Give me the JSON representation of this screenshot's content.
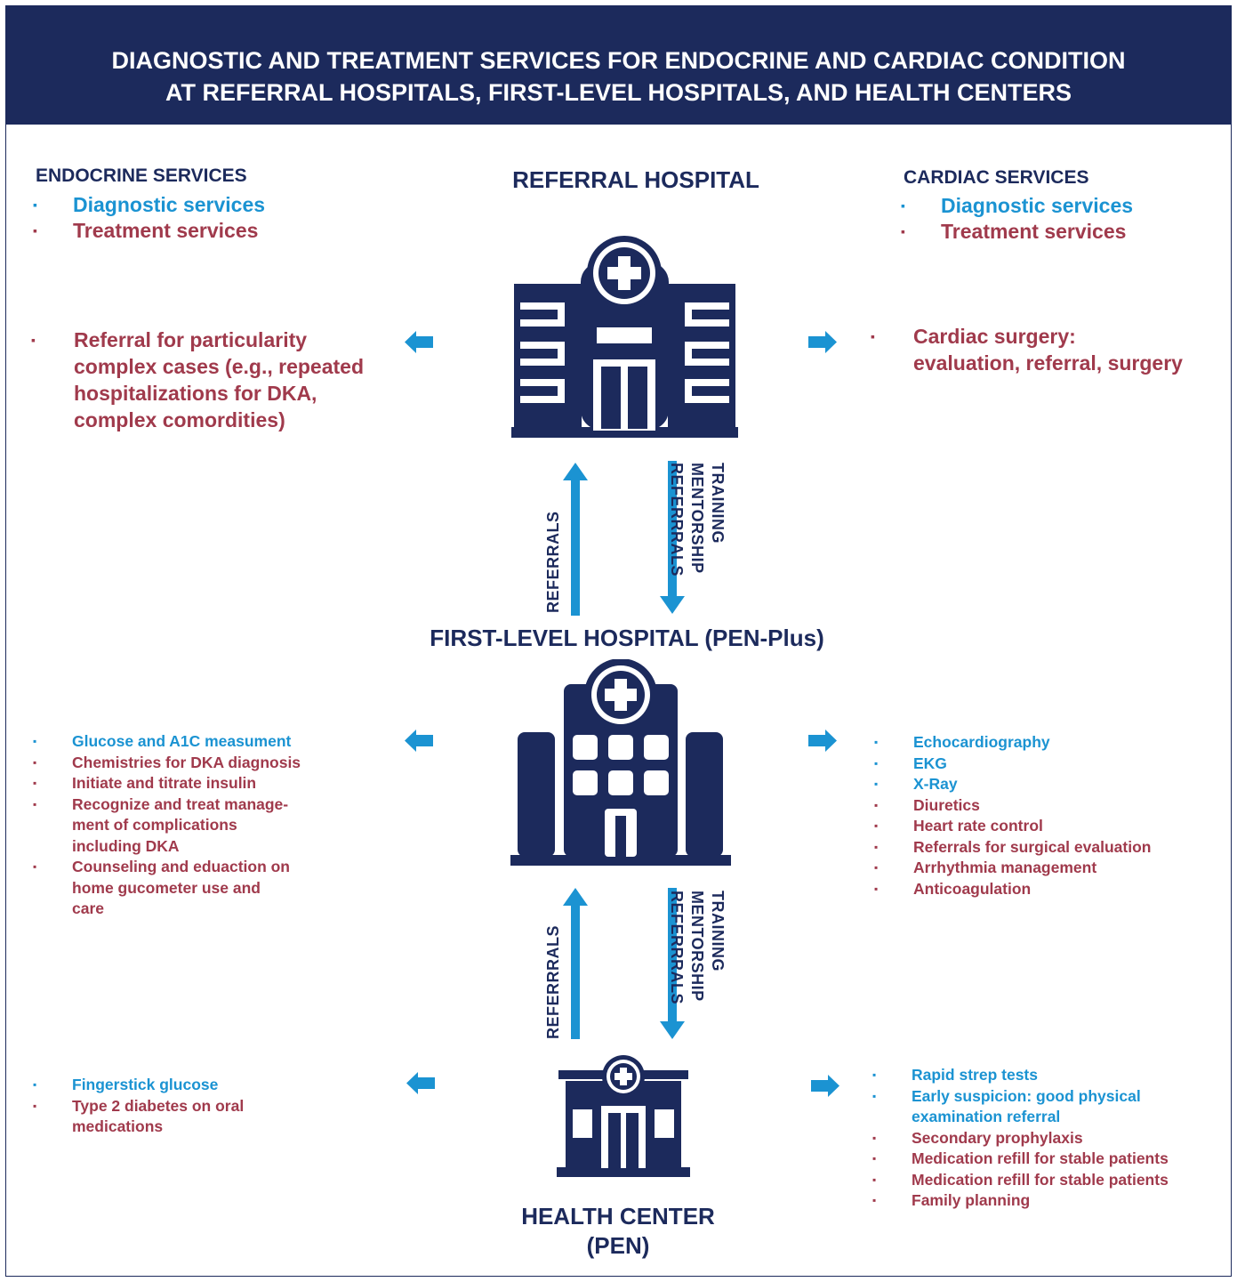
{
  "title": {
    "line1": "DIAGNOSTIC AND TREATMENT SERVICES FOR ENDOCRINE AND CARDIAC CONDITION",
    "line2": "AT REFERRAL HOSPITALS, FIRST-LEVEL HOSPITALS, AND HEALTH CENTERS"
  },
  "legend": {
    "endocrine": {
      "heading": "ENDOCRINE SERVICES",
      "diagnostic": "Diagnostic services",
      "treatment": "Treatment services"
    },
    "cardiac": {
      "heading": "CARDIAC SERVICES",
      "diagnostic": "Diagnostic services",
      "treatment": "Treatment services"
    }
  },
  "levels": {
    "referral": {
      "title": "REFERRAL HOSPITAL"
    },
    "first_level": {
      "title": "FIRST-LEVEL HOSPITAL (PEN-Plus)"
    },
    "health_center": {
      "title_line1": "HEALTH CENTER",
      "title_line2": "(PEN)"
    }
  },
  "referral_services": {
    "endocrine": {
      "line1": "Referral for particularity",
      "line2": "complex cases (e.g., repeated",
      "line3": "hospitalizations for DKA,",
      "line4": "complex  comordities)"
    },
    "cardiac": {
      "line1": "Cardiac surgery:",
      "line2": "evaluation, referral, surgery"
    }
  },
  "first_level_services": {
    "endocrine": [
      {
        "type": "diagnostic",
        "lines": [
          "Glucose and A1C measument"
        ]
      },
      {
        "type": "treatment",
        "lines": [
          "Chemistries for DKA diagnosis"
        ]
      },
      {
        "type": "treatment",
        "lines": [
          "Initiate and titrate insulin"
        ]
      },
      {
        "type": "treatment",
        "lines": [
          "Recognize and treat manage-",
          "ment of complications",
          "including DKA"
        ]
      },
      {
        "type": "treatment",
        "lines": [
          "Counseling and eduaction on",
          "home gucometer use and",
          "care"
        ]
      }
    ],
    "cardiac": [
      {
        "type": "diagnostic",
        "text": "Echocardiography"
      },
      {
        "type": "diagnostic",
        "text": "EKG"
      },
      {
        "type": "diagnostic",
        "text": "X-Ray"
      },
      {
        "type": "treatment",
        "text": "Diuretics"
      },
      {
        "type": "treatment",
        "text": "Heart rate control"
      },
      {
        "type": "treatment",
        "text": "Referrals for surgical evaluation"
      },
      {
        "type": "treatment",
        "text": "Arrhythmia management"
      },
      {
        "type": "treatment",
        "text": "Anticoagulation"
      }
    ]
  },
  "health_center_services": {
    "endocrine": [
      {
        "type": "diagnostic",
        "lines": [
          "Fingerstick glucose"
        ]
      },
      {
        "type": "treatment",
        "lines": [
          "Type 2 diabetes on oral",
          "medications"
        ]
      }
    ],
    "cardiac": [
      {
        "type": "diagnostic",
        "lines": [
          "Rapid strep tests"
        ]
      },
      {
        "type": "diagnostic",
        "lines": [
          "Early suspicion: good physical",
          "examination referral"
        ]
      },
      {
        "type": "treatment",
        "lines": [
          "Secondary prophylaxis"
        ]
      },
      {
        "type": "treatment",
        "lines": [
          "Medication refill for stable patients"
        ]
      },
      {
        "type": "treatment",
        "lines": [
          "Medication refill for stable patients"
        ]
      },
      {
        "type": "treatment",
        "lines": [
          "Family planning"
        ]
      }
    ]
  },
  "flows": {
    "upper": {
      "up_label": "REFERRALS",
      "down_label_1": "TRAINING",
      "down_label_2": "MENTORSHIP",
      "down_label_3": "REFERRRALS"
    },
    "lower": {
      "up_label": "REFERRRALS",
      "down_label_1": "TRAINING",
      "down_label_2": "MENTORSHIP",
      "down_label_3": "REFERRRALS"
    }
  },
  "colors": {
    "navy": "#1c2a5c",
    "diagnostic": "#1b93d2",
    "treatment": "#a03a4c"
  }
}
